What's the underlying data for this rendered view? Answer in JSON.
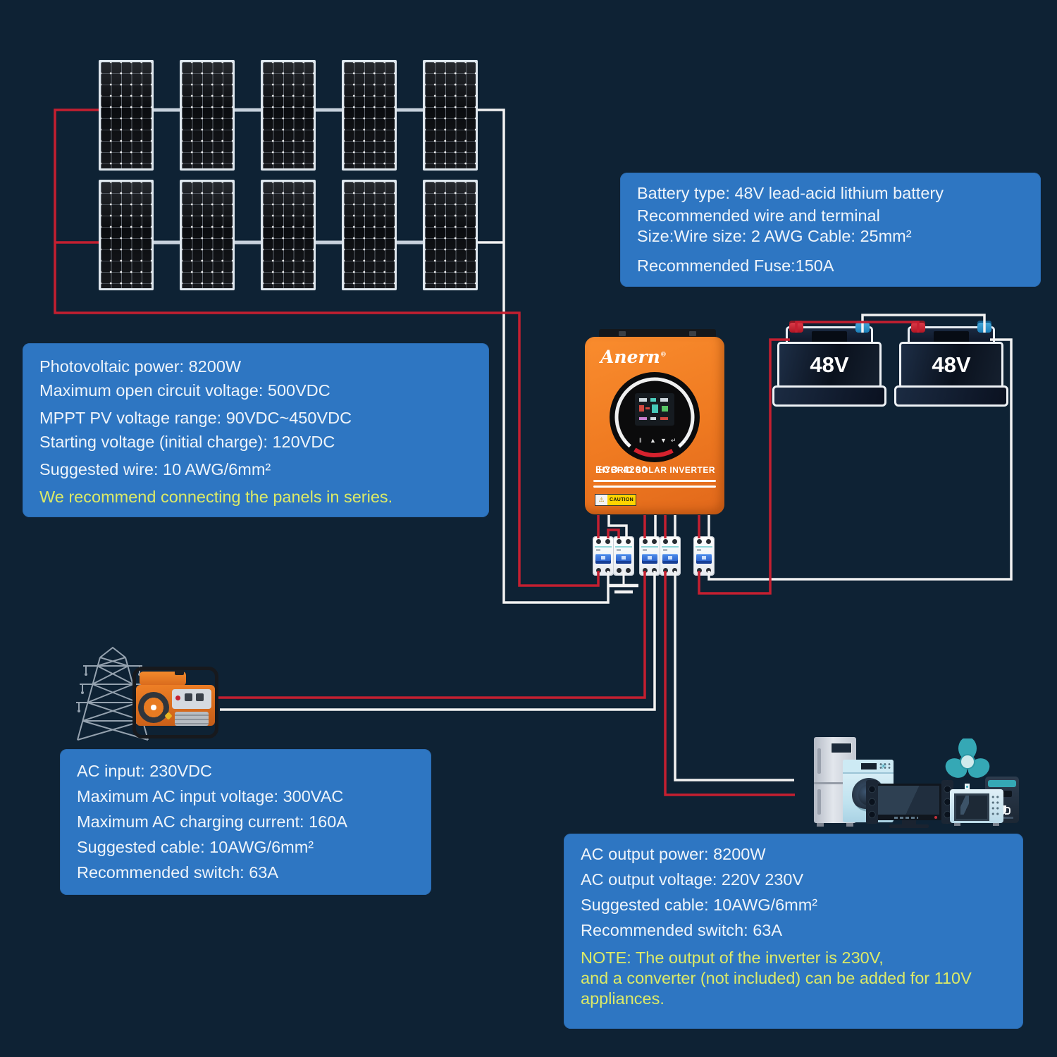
{
  "colors": {
    "background": "#0e2234",
    "info_box": "#2e76c2",
    "text_primary": "#eef4fa",
    "text_highlight": "#dcea67",
    "wire_positive": "#c41f30",
    "wire_neutral": "#f2f2f2",
    "panel_link": "#c7d1dc",
    "inverter_orange": "#ef7a21",
    "terminal_positive": "#cf2634",
    "terminal_negative": "#2f9bd6"
  },
  "solar_array": {
    "rows": 2,
    "columns": 5
  },
  "pv_info": {
    "lines": [
      "Photovoltaic power: 8200W",
      "Maximum open circuit voltage: 500VDC",
      "MPPT PV voltage range: 90VDC~450VDC",
      "Starting voltage (initial charge): 120VDC",
      "Suggested wire: 10 AWG/6mm²"
    ],
    "highlight": "We recommend connecting the panels in series."
  },
  "battery_info": {
    "lines": [
      "Battery type: 48V lead-acid lithium battery",
      "Recommended wire and terminal",
      "Size:Wire size: 2 AWG Cable: 25mm²",
      "Recommended Fuse:150A"
    ]
  },
  "ac_input_info": {
    "lines": [
      "AC input: 230VDC",
      "Maximum AC input voltage: 300VAC",
      "Maximum AC charging current: 160A",
      "Suggested cable: 10AWG/6mm²",
      "Recommended switch: 63A"
    ]
  },
  "ac_output_info": {
    "lines": [
      "AC output power: 8200W",
      "AC output voltage: 220V 230V",
      "Suggested cable: 10AWG/6mm²",
      "Recommended switch: 63A"
    ],
    "note_lines": [
      "NOTE: The output of the inverter is 230V,",
      "and a converter (not included) can be added for 110V",
      "appliances."
    ]
  },
  "inverter": {
    "brand": "Anern",
    "brand_mark": "®",
    "model": "ECO-4200",
    "product_label": "HYBRID SOLAR INVERTER",
    "warning_symbol": "⚠",
    "caution_label": "CAUTION",
    "display_buttons": [
      "‖",
      "▲",
      "▼",
      "↵"
    ]
  },
  "batteries": {
    "battery1_label": "48V",
    "battery2_label": "48V"
  },
  "icons": {
    "solar_panel": "dark-cell-grid-panel",
    "circuit_breaker": "white-body-blue-toggle",
    "ground": "ground-symbol",
    "power_tower": "lattice-pylon",
    "generator": "portable-orange-generator",
    "refrigerator": "two-door-fridge",
    "washing_machine": "front-load-washer",
    "tv": "flat-screen-tv",
    "speaker": "tower-speaker",
    "fan": "teal-stand-fan",
    "microwave": "microwave-oven",
    "coffee_machine": "coffee-machine"
  }
}
